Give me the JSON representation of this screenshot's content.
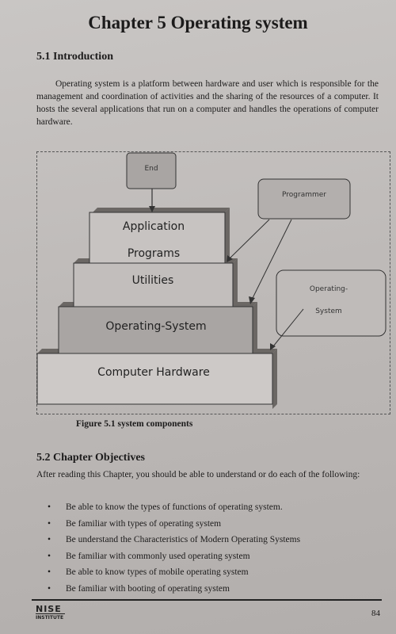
{
  "title": "Chapter 5 Operating system",
  "intro": {
    "heading": "5.1 Introduction",
    "paragraph": "Operating system is a platform between hardware and user which is responsible for the management and coordination of activities and the sharing of the resources of a computer. It hosts the several applications that run on a computer and handles the operations of computer hardware."
  },
  "figure": {
    "labels": {
      "end": "End",
      "programmer": "Programmer",
      "operating_system_note": "Operating-\nSystem",
      "application": "Application",
      "programs": "Programs",
      "utilities": "Utilities",
      "operating_system": "Operating-System",
      "hardware": "Computer Hardware"
    },
    "caption": "Figure 5.1 system components"
  },
  "objectives": {
    "heading": "5.2 Chapter Objectives",
    "intro": "After reading this Chapter, you should be able to understand or do each of the following:",
    "items": [
      "Be able to know the types of functions of operating system.",
      "Be familiar with types of  operating system",
      "Be understand the Characteristics of Modern Operating Systems",
      "Be familiar with commonly used  operating system",
      "Be able to know types of  mobile operating system",
      "Be familiar with  booting of  operating system"
    ],
    "bullet": "•"
  },
  "footer": {
    "logo_text": "NISE",
    "logo_subtext": "INSTITUTE",
    "page_number": "84"
  }
}
